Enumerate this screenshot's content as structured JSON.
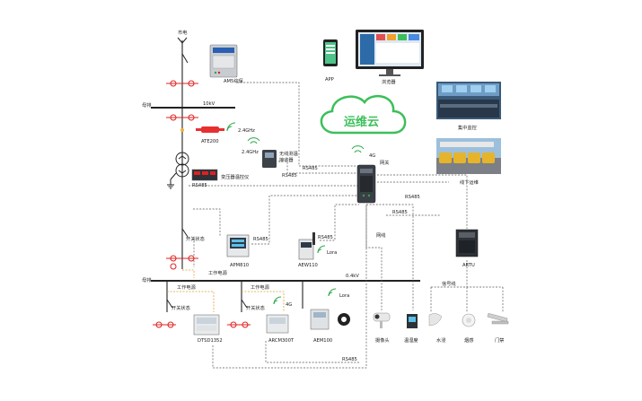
{
  "labels": {
    "city_power": "市电",
    "protection": "AM5综保",
    "kv10": "10kV",
    "busbar_top": "母排",
    "ate200": "ATE200",
    "wireless_24_a": "2.4GHz",
    "wireless_24_b": "2.4GHz",
    "wireless_receiver_1": "无线测温",
    "wireless_receiver_2": "接收器",
    "rs485_a": "RS485",
    "rs485_b": "RS485",
    "transformer_temp": "变压器温控仪",
    "rs485_c": "RS485",
    "gateway": "网关",
    "g4_cloud": "4G",
    "cloud": "运维云",
    "app": "APP",
    "browser": "浏览器",
    "central_monitor": "集中监控",
    "offline_maint": "线下运维",
    "rs485_d": "RS485",
    "rs485_e": "RS485",
    "switch_state_1": "开关状态",
    "rs485_f": "RS485",
    "apm810": "APM810",
    "rs485_g": "RS485",
    "lora_1": "Lora",
    "aew110": "AEW110",
    "network": "网线",
    "artu": "ARTU",
    "work_power_1": "工作电源",
    "kv04": "0.4kV",
    "busbar_bottom": "母排",
    "signal_line": "信号线",
    "work_power_2": "工作电源",
    "work_power_3": "工作电源",
    "g4_meter": "4G",
    "lora_2": "Lora",
    "switch_state_2": "开关状态",
    "switch_state_3": "开关状态",
    "dtsd": "DTSD1352",
    "arcm": "ARCM300T",
    "aem100": "AEM100",
    "camera": "摄像头",
    "temp_hum": "温湿度",
    "water": "水浸",
    "smoke": "烟感",
    "door": "门禁",
    "rs485_bottom": "RS485"
  },
  "colors": {
    "line": "#222222",
    "dash": "#666666",
    "orange_dash": "#e0a030",
    "red": "#e02020",
    "green": "#2aa84a",
    "cloud": "#3cbf5a",
    "device": "#4a4f57"
  }
}
